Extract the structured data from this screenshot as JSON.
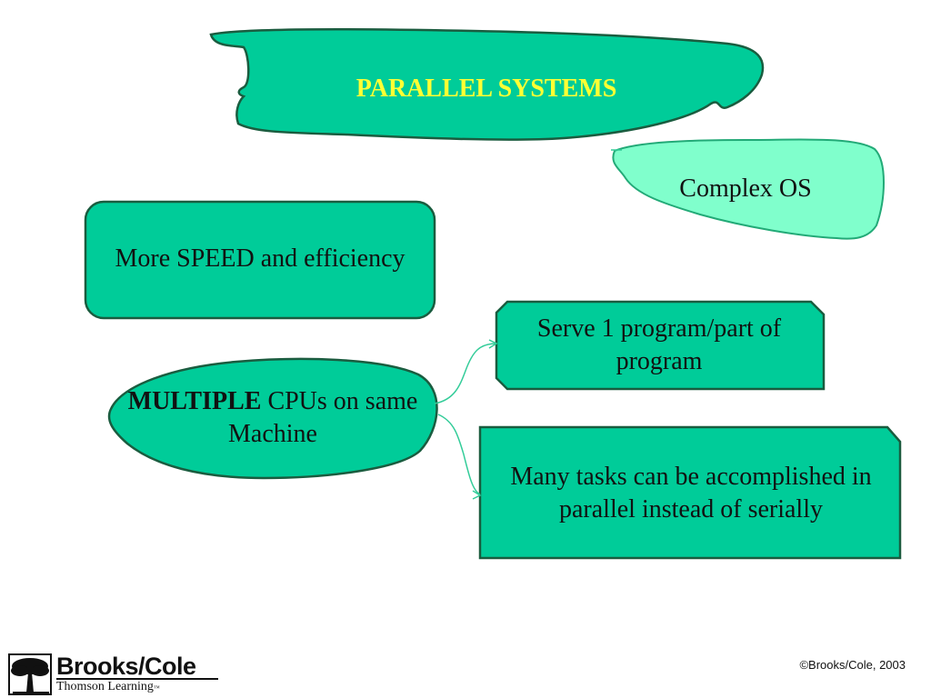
{
  "slide": {
    "title": "PARALLEL SYSTEMS",
    "complex_os": "Complex OS",
    "speed_text": "More SPEED and efficiency",
    "multiple_bold": "MULTIPLE",
    "multiple_rest": " CPUs on same Machine",
    "serve_text": "Serve 1 program/part of program",
    "many_text": "Many tasks can be accomplished in parallel instead of serially"
  },
  "footer": {
    "logo_name": "Brooks/Cole",
    "logo_sub": "Thomson Learning",
    "logo_tm": "™",
    "copyright": "©Brooks/Cole, 2003"
  },
  "colors": {
    "shape_fill": "#00cc99",
    "light_fill": "#80ffcc",
    "outline": "#1a5c3f",
    "title_text": "#ffff33"
  }
}
